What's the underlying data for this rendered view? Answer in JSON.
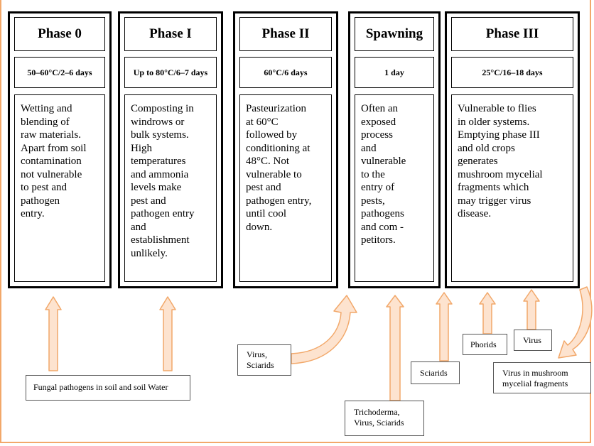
{
  "phases": [
    {
      "title": "Phase 0",
      "conditions": "50–60°C/2–6 days",
      "lines": [
        "Wetting and",
        "blending of",
        "raw materials.",
        "Apart from soil",
        "contamination",
        "not vulnerable",
        "to pest and",
        "pathogen",
        "entry."
      ]
    },
    {
      "title": "Phase I",
      "conditions": "Up to 80°C/6–7 days",
      "lines": [
        "Composting in",
        "windrows or",
        "bulk systems.",
        "High",
        "temperatures",
        "and ammonia",
        "levels make",
        "pest and",
        "pathogen entry",
        "and",
        "establishment",
        "unlikely."
      ]
    },
    {
      "title": "Phase II",
      "conditions": "60°C/6 days",
      "lines": [
        "Pasteurization",
        "at 60°C",
        "followed by",
        "conditioning at",
        "48°C. Not",
        "vulnerable to",
        "pest and",
        "pathogen entry,",
        "until cool",
        "down."
      ]
    },
    {
      "title": "Spawning",
      "conditions": "1 day",
      "lines": [
        "Often an",
        "exposed",
        "process",
        "and",
        "vulnerable",
        "to the",
        "entry of",
        "pests,",
        "pathogens",
        "and com -",
        "petitors."
      ]
    },
    {
      "title": "Phase III",
      "conditions": "25°C/16–18 days",
      "lines": [
        "Vulnerable to flies",
        "in older systems.",
        "Emptying phase III",
        "and old crops",
        "generates",
        "mushroom mycelial",
        "fragments which",
        "may trigger virus",
        "disease."
      ]
    }
  ],
  "labels": {
    "fungal": "Fungal pathogens in soil and soil Water",
    "virus_sciarids": [
      "Virus,",
      "Sciarids"
    ],
    "trichoderma": [
      "Trichoderma,",
      "Virus, Sciarids"
    ],
    "sciarids": "Sciarids",
    "phorids": "Phorids",
    "virus": "Virus",
    "virus_mycelial": [
      "Virus in mushroom",
      "mycelial fragments"
    ]
  },
  "colors": {
    "arrow_fill": "#fde3cf",
    "arrow_stroke": "#f2a86a",
    "frame": "#f2a86a"
  }
}
